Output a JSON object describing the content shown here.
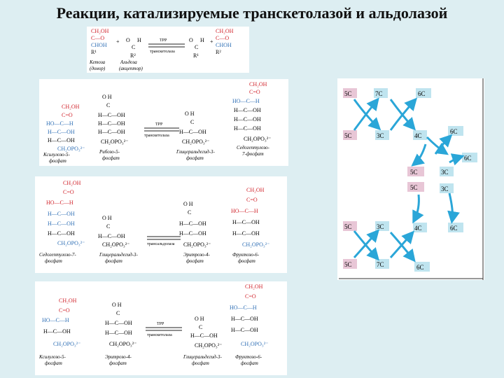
{
  "title": "Реакции, катализируемые транскетолазой и альдолазой",
  "panel1": {
    "ketose": [
      "CH₂OH",
      "C—O",
      "CHOH",
      "R¹"
    ],
    "aldose": [
      "O",
      "C",
      "H",
      "R²"
    ],
    "product_aldose": [
      "O",
      "C",
      "H",
      "R¹"
    ],
    "product_ketose": [
      "CH₂OH",
      "C—O",
      "CHOH",
      "R²"
    ],
    "enzyme": "ТРР",
    "enzyme2": "транскетолаза",
    "plus": "+",
    "cap_ketose": "Кетоза",
    "cap_ketose2": "(донор)",
    "cap_aldose": "Альдоза",
    "cap_aldose2": "(акцептор)"
  },
  "panel2": {
    "mol1": [
      "CH₂OH",
      "C=O",
      "HO—C—H",
      "H—C—OH",
      "H—C—OH",
      "CH₂OPO₃²⁻"
    ],
    "mol2": [
      "O  H",
      "C",
      "H—C—OH",
      "H—C—OH",
      "H—C—OH",
      "CH₂OPO₃²⁻"
    ],
    "mol3": [
      "O  H",
      "C",
      "H—C—OH",
      "CH₂OPO₃²⁻"
    ],
    "mol4": [
      "CH₂OH",
      "C=O",
      "HO—C—H",
      "H—C—OH",
      "H—C—OH",
      "H—C—OH",
      "CH₂OPO₃²⁻"
    ],
    "enzyme": "ТРР",
    "enzyme2": "транскетолаза",
    "cap1": "Ксилулозо-5-",
    "cap1b": "фосфат",
    "cap2": "Рибозо-5-",
    "cap2b": "фосфат",
    "cap3": "Глицеральдегид-3-",
    "cap3b": "фосфат",
    "cap4": "Седогептулозо-",
    "cap4b": "7-фосфат"
  },
  "panel3": {
    "mol1": [
      "CH₂OH",
      "C=O",
      "HO—C—H",
      "H—C—OH",
      "H—C—OH",
      "H—C—OH",
      "CH₂OPO₃²⁻"
    ],
    "mol2": [
      "O  H",
      "C",
      "H—C—OH",
      "CH₂OPO₃²⁻"
    ],
    "mol3": [
      "O  H",
      "C",
      "H—C—OH",
      "H—C—OH",
      "CH₂OPO₃²⁻"
    ],
    "mol4": [
      "CH₂OH",
      "C=O",
      "HO—C—H",
      "H—C—OH",
      "H—C—OH",
      "CH₂OPO₃²⁻"
    ],
    "enzyme": "трансальдолаза",
    "cap1": "Седогептулозо-7-",
    "cap1b": "фосфат",
    "cap2": "Глицеральдегид-3-",
    "cap2b": "фосфат",
    "cap3": "Эритрозо-4-",
    "cap3b": "фосфат",
    "cap4": "Фруктозо-6-",
    "cap4b": "фосфат"
  },
  "panel4": {
    "mol1": [
      "CH₂OH",
      "C=O",
      "HO—C—H",
      "H—C—OH",
      "CH₂OPO₃²⁻"
    ],
    "mol2": [
      "O  H",
      "C",
      "H—C—OH",
      "H—C—OH",
      "CH₂OPO₃²⁻"
    ],
    "mol3": [
      "O  H",
      "C",
      "H—C—OH",
      "CH₂OPO₃²⁻"
    ],
    "mol4": [
      "CH₂OH",
      "C=O",
      "HO—C—H",
      "H—C—OH",
      "H—C—OH",
      "CH₂OPO₃²⁻"
    ],
    "enzyme": "ТРР",
    "enzyme2": "транскетолаза",
    "cap1": "Ксилулозо-5-",
    "cap1b": "фосфат",
    "cap2": "Эритрозо-4-",
    "cap2b": "фосфат",
    "cap3": "Глицеральдегид-3-",
    "cap3b": "фосфат",
    "cap4": "Фруктозо-6-",
    "cap4b": "фосфат"
  },
  "scheme": {
    "row1": [
      "5C",
      "7C",
      "6C"
    ],
    "row2": [
      "5C",
      "3C",
      "4C",
      "6C"
    ],
    "right_top": "6C",
    "mid": [
      "5C",
      "3C",
      "5C",
      "3C"
    ],
    "row3": [
      "5C",
      "3C",
      "4C",
      "6C"
    ],
    "row4": [
      "5C",
      "7C",
      "6C"
    ]
  },
  "colors": {
    "red": "#d1242c",
    "blue": "#2f6fb5",
    "arrow": "#2aa6d8",
    "box5": "#e8c6d6",
    "box7": "#bfe4ef"
  }
}
